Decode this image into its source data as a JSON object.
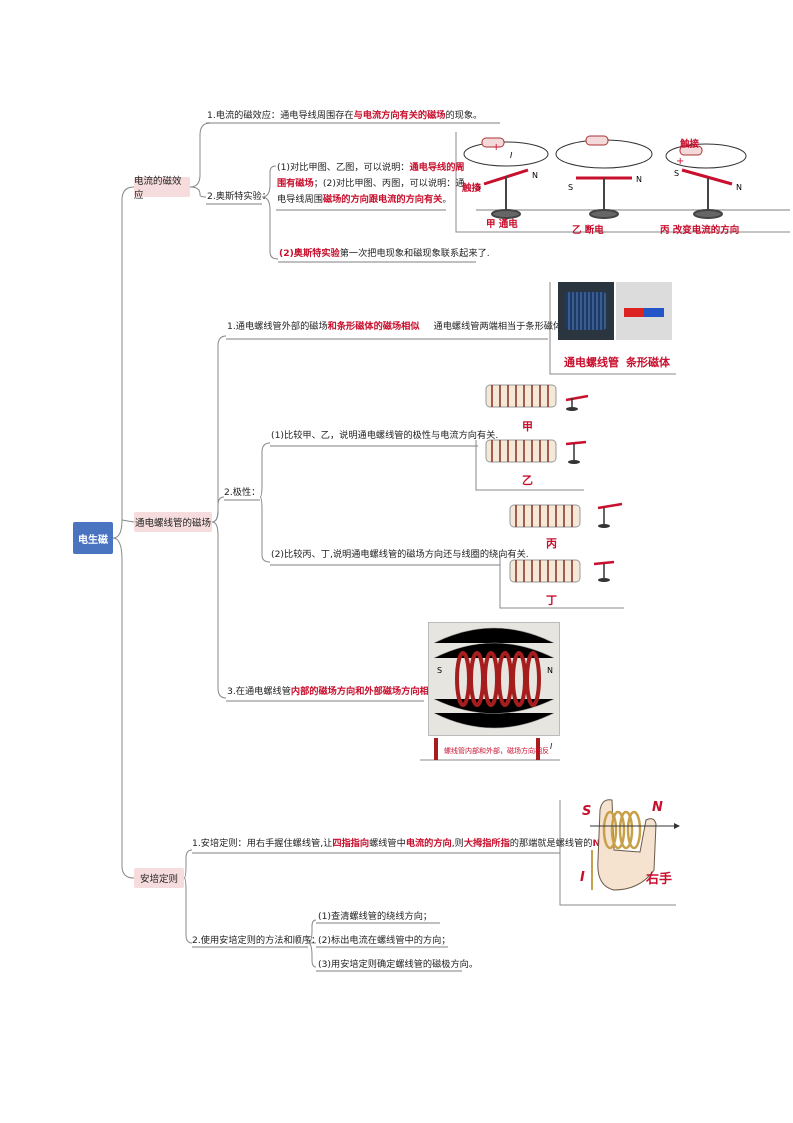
{
  "root": {
    "label": "电生磁"
  },
  "branch1": {
    "label": "电流的磁效应",
    "item1": {
      "prefix": "1.电流的磁效应：通电导线周围存在",
      "red": "与电流方向有关的磁场",
      "suffix": "的现象。"
    },
    "item2": {
      "label": "2.奥斯特实验：",
      "sub1_line1_a": "(1)对比甲图、乙图，可以说明：",
      "sub1_line1_red": "通电导线的周",
      "sub1_line2_red": "围有磁场",
      "sub1_line2_b": "；(2)对比甲图、丙图，可以说明：通",
      "sub1_line3_a": "电导线周围",
      "sub1_line3_red": "磁场的方向跟电流的方向有关",
      "sub1_line3_b": "。",
      "sub2_red": "(2)奥斯特实验",
      "sub2_suffix": "第一次把电现象和磁现象联系起来了."
    },
    "figure": {
      "touch1": "触接",
      "touch2": "触接",
      "cap_jia": "甲  通电",
      "cap_yi": "乙  断电",
      "cap_bing": "丙  改变电流的方向",
      "pole_s": "S",
      "pole_n": "N",
      "cur": "I",
      "plus": "+",
      "minus": "−"
    }
  },
  "branch2": {
    "label": "通电螺线管的磁场",
    "item1": {
      "prefix": "1.通电螺线管外部的磁场",
      "red": "和条形磁体的磁场相似",
      "suffix": "通电螺线管两端相当于条形磁体的两极"
    },
    "fig1": {
      "cap_a": "通电螺线管",
      "cap_b": "条形磁体"
    },
    "item2": {
      "label": "2.极性：",
      "sub1": "(1)比较甲、乙，说明通电螺线管的极性与电流方向有关.",
      "sub2": "(2)比较丙、丁,说明通电螺线管的磁场方向还与线圈的绕向有关."
    },
    "fig2": {
      "jia": "甲",
      "yi": "乙",
      "bing": "丙",
      "ding": "丁"
    },
    "item3": {
      "prefix": "3.在通电螺线管",
      "red": "内部的磁场方向和外部磁场方向相反",
      "suffix": "."
    },
    "fig3": {
      "caption": "螺线管内部和外部，磁场方向相反",
      "s": "S",
      "n": "N",
      "cur": "I"
    }
  },
  "branch3": {
    "label": "安培定则",
    "item1": {
      "p1": "1.安培定则：用右手握住螺线管,让",
      "r1": "四指指向",
      "p2": "螺线管中",
      "r2": "电流的方向",
      "p3": ",则",
      "r3": "大拇指所指",
      "p4": "的那端就是螺线管的",
      "r4": "N极",
      "p5": "."
    },
    "item2": {
      "label": "2.使用安培定则的方法和顺序：",
      "steps": [
        "(1)查清螺线管的绕线方向；",
        "(2)标出电流在螺线管中的方向；",
        "(3)用安培定则确定螺线管的磁极方向。"
      ]
    },
    "fig": {
      "s": "S",
      "n": "N",
      "cur": "I",
      "hand": "右手"
    }
  }
}
